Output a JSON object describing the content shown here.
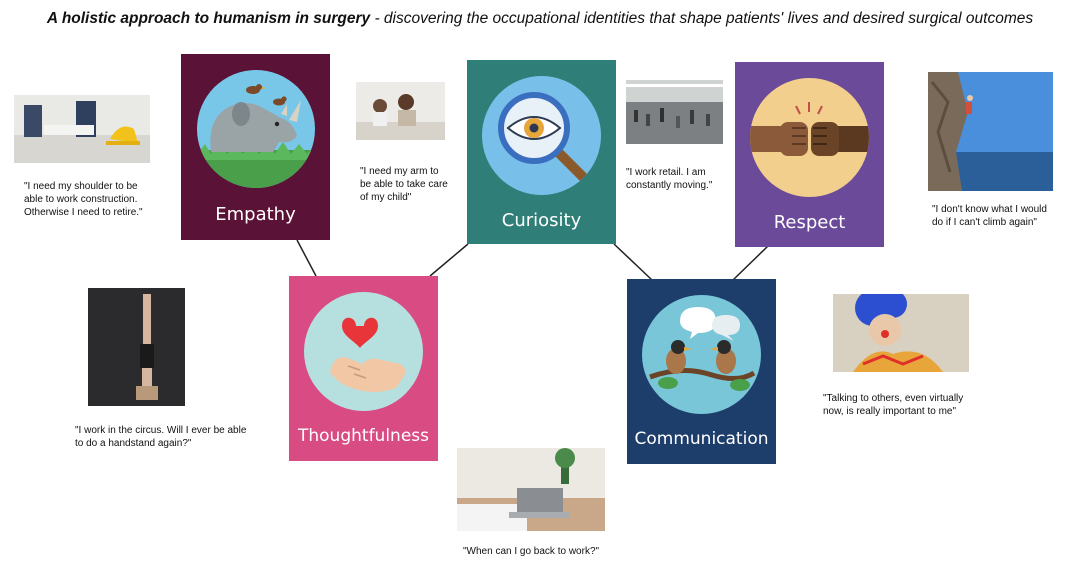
{
  "title": {
    "bold": "A holistic approach to humanism in surgery",
    "rest": " - discovering the occupational identities that shape patients' lives and desired surgical outcomes"
  },
  "colors": {
    "empathy": "#5b1237",
    "curiosity": "#2f7f78",
    "respect": "#6c4a9a",
    "thoughtfulness": "#d94b83",
    "communication": "#1d3d6a"
  },
  "cards": {
    "empathy": {
      "label": "Empathy",
      "icon": "rhino-with-bird-icon"
    },
    "curiosity": {
      "label": "Curiosity",
      "icon": "magnifying-glass-eye-icon"
    },
    "respect": {
      "label": "Respect",
      "icon": "fist-bump-icon"
    },
    "thoughtfulness": {
      "label": "Thoughtfulness",
      "icon": "hand-with-heart-icon"
    },
    "communication": {
      "label": "Communication",
      "icon": "two-birds-talking-icon"
    }
  },
  "quotes": {
    "construction": "\"I need my shoulder to be able to work construction. Otherwise I need to retire.\"",
    "child": "\"I need my arm to be able to take care of my child\"",
    "retail": "\"I work retail. I am constantly moving.\"",
    "climb": "\"I don't know what I would do if I can't climb again\"",
    "circus": "\"I work in the circus. Will I ever be able to do a handstand again?\"",
    "work": "\"When can I go back to work?\"",
    "clown": "\"Talking to others, even virtually now, is really important to me\""
  }
}
